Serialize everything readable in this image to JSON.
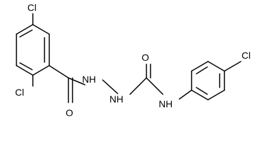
{
  "molecule": {
    "atoms": {
      "cl_top": "Cl",
      "cl_bottom": "Cl",
      "cl_right": "Cl",
      "o_carbonyl_left": "O",
      "o_carbonyl_right": "O",
      "nh_hydrazide_1": "NH",
      "nh_hydrazide_2": "NH",
      "nh_amide": "NH"
    }
  },
  "colors": {
    "bond": "#000000",
    "label": "#000000",
    "background": "#ffffff"
  }
}
